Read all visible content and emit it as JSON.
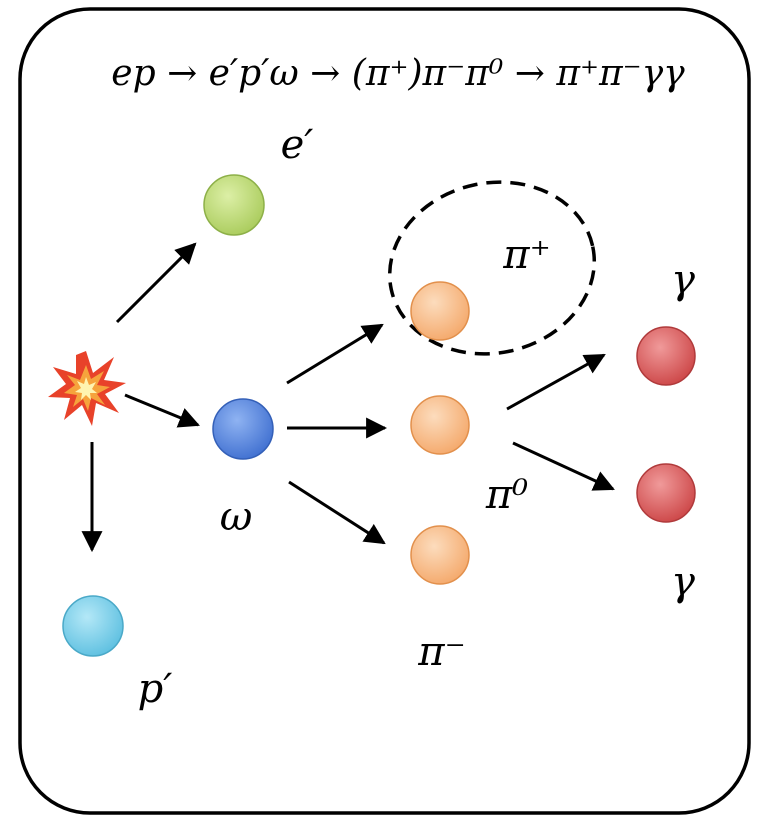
{
  "title": {
    "reaction": "ep → e′p′ω → (π⁺)π⁻π⁰ → π⁺π⁻γγ"
  },
  "particles": [
    {
      "id": "vertex",
      "icon": "explosion-icon"
    },
    {
      "id": "e-prime",
      "label": "e′",
      "color": "#c4de7a"
    },
    {
      "id": "p-prime",
      "label": "p′",
      "color": "#7fd3ec"
    },
    {
      "id": "omega",
      "label": "ω",
      "color": "#5b8fe6"
    },
    {
      "id": "pi-plus",
      "label": "π⁺",
      "color": "#f7c08e"
    },
    {
      "id": "pi-zero",
      "label": "π⁰",
      "color": "#f7c08e"
    },
    {
      "id": "pi-minus",
      "label": "π⁻",
      "color": "#f7c08e"
    },
    {
      "id": "gamma-1",
      "label": "γ",
      "color": "#e2686a"
    },
    {
      "id": "gamma-2",
      "label": "γ",
      "color": "#e2686a"
    }
  ],
  "annotations": {
    "pi_plus_circle": "dashed"
  },
  "colors": {
    "border": "#000000",
    "arrow": "#000000",
    "e_prime": "#c4de7a",
    "p_prime": "#7fd3ec",
    "omega": "#5b8fe6",
    "pion": "#f7c08e",
    "gamma": "#e2686a"
  }
}
